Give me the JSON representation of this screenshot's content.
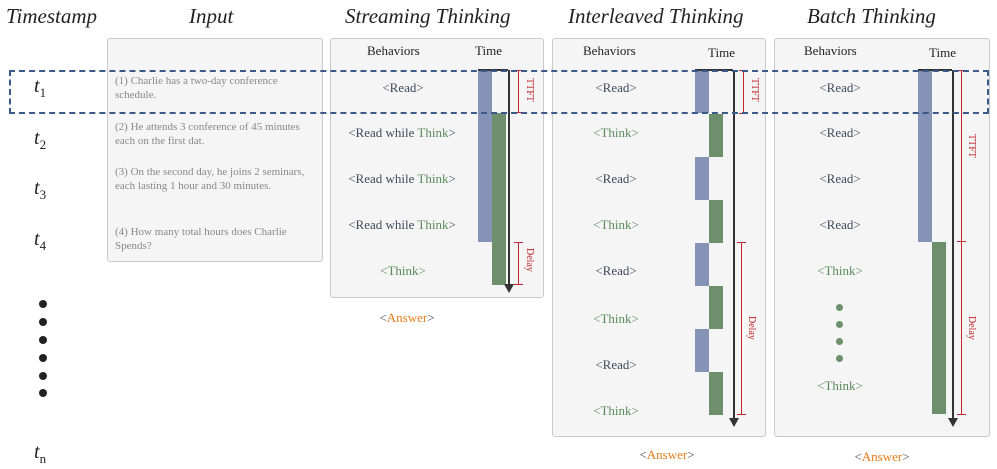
{
  "titles": {
    "timestamp": "Timestamp",
    "input": "Input",
    "streaming": "Streaming Thinking",
    "interleaved": "Interleaved Thinking",
    "batch": "Batch Thinking"
  },
  "timestamps": {
    "t1": "t",
    "t1_sub": "1",
    "t2": "t",
    "t2_sub": "2",
    "t3": "t",
    "t3_sub": "3",
    "t4": "t",
    "t4_sub": "4",
    "tn": "t",
    "tn_sub": "n"
  },
  "input": {
    "lines": [
      "(1) Charlie has a two-day conference schedule.",
      "(2) He attends 3 conference of 45 minutes each on the first dat.",
      "(3) On the second day, he joins 2 seminars, each lasting 1 hour and 30 minutes.",
      "(4) How many total hours does Charlie Spends?"
    ]
  },
  "headers": {
    "behaviors": "Behaviors",
    "time": "Time"
  },
  "labels": {
    "read": "<Read>",
    "think": "<Think>",
    "read_while_prefix": "<Read while ",
    "read_while_think": "Think",
    "read_while_suffix": ">",
    "answer_open": "<",
    "answer_word": "Answer",
    "answer_close": ">",
    "ttft": "TTFT",
    "delay": "Delay"
  },
  "colors": {
    "read_bar": "#8593b7",
    "think_bar": "#6d8f6c",
    "answer": "#e57c1c",
    "marker": "#c0272d",
    "highlight": "#3b5a8a"
  }
}
